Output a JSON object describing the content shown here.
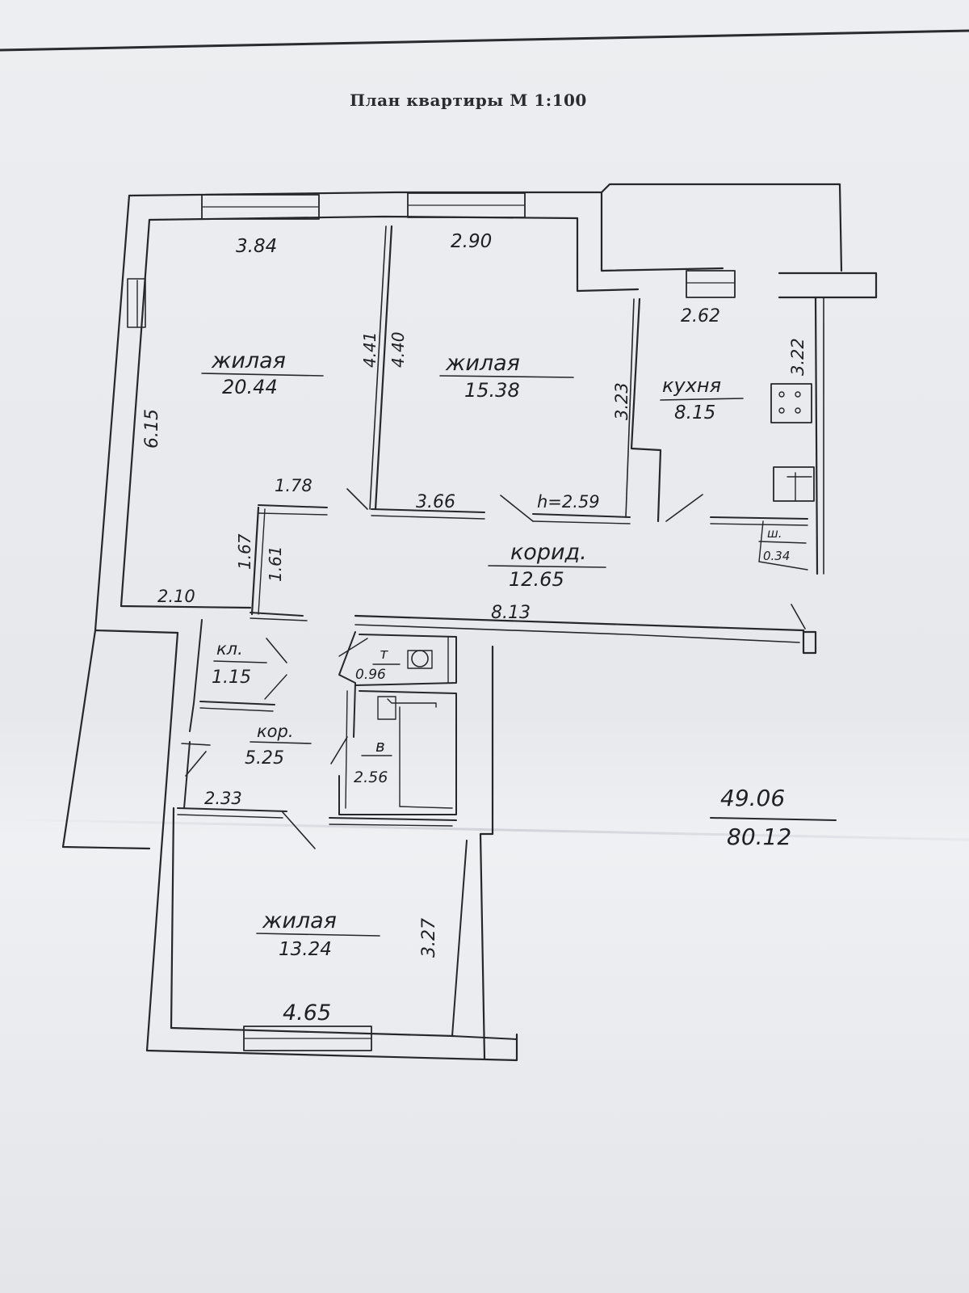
{
  "title": "План квартиры М 1:100",
  "rooms": [
    {
      "id": "living1",
      "label": "жилая",
      "area": "20.44"
    },
    {
      "id": "living2",
      "label": "жилая",
      "area": "15.38"
    },
    {
      "id": "kitchen",
      "label": "кухня",
      "area": "8.15"
    },
    {
      "id": "corridor",
      "label": "корид.",
      "area": "12.65"
    },
    {
      "id": "closet",
      "label": "кл.",
      "area": "1.15"
    },
    {
      "id": "corridor2",
      "label": "кор.",
      "area": "5.25"
    },
    {
      "id": "toilet",
      "label": "т",
      "area": "0.96"
    },
    {
      "id": "bath",
      "label": "в",
      "area": "2.56"
    },
    {
      "id": "living3",
      "label": "жилая",
      "area": "13.24"
    },
    {
      "id": "wardrobe",
      "label": "ш.",
      "area": "0.34"
    }
  ],
  "dimensions": {
    "d_384": "3.84",
    "d_290": "2.90",
    "d_262": "2.62",
    "d_615": "6.15",
    "d_441": "4.41",
    "d_440": "4.40",
    "d_323": "3.23",
    "d_322": "3.22",
    "d_178": "1.78",
    "d_366": "3.66",
    "d_h259": "h=2.59",
    "d_167": "1.67",
    "d_161": "1.61",
    "d_210": "2.10",
    "d_813": "8.13",
    "d_233": "2.33",
    "d_327": "3.27",
    "d_465": "4.65"
  },
  "totals": {
    "living_area": "49.06",
    "total_area": "80.12"
  }
}
